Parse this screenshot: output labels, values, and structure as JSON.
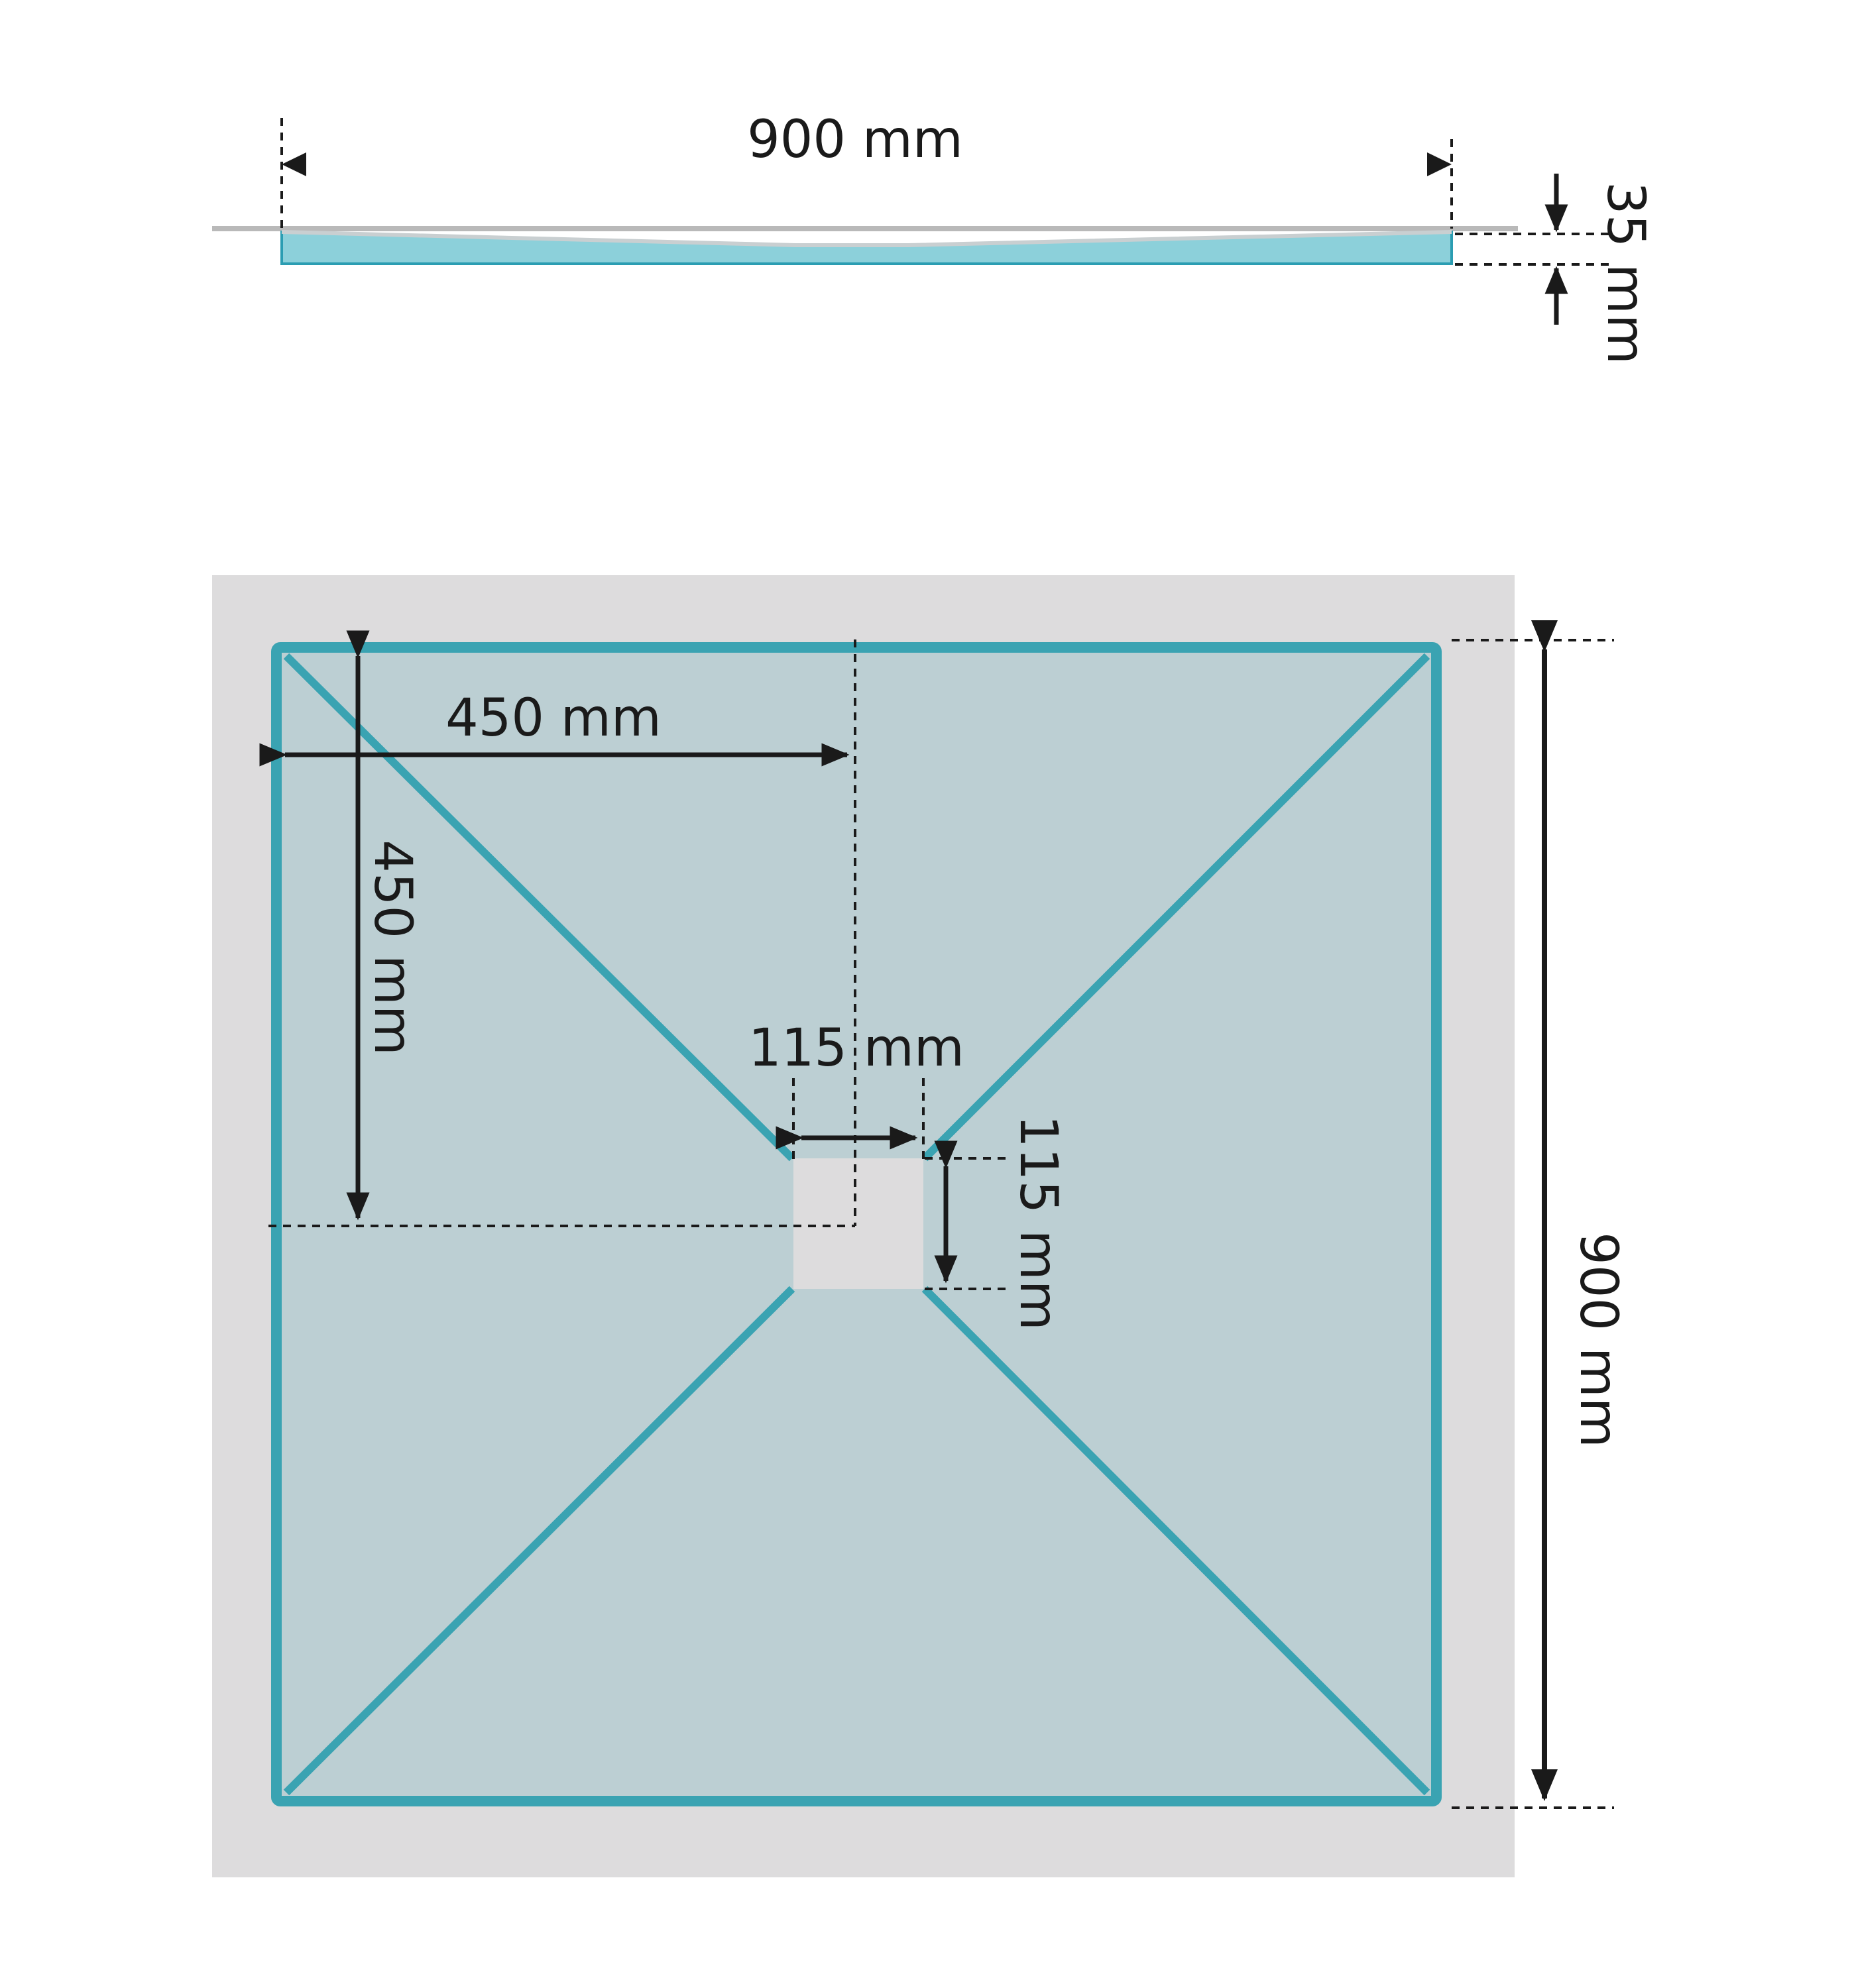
{
  "colors": {
    "tray_fill": "#bccfd3",
    "edge": "#3aa3b2",
    "surround": "#dddcdd",
    "drain": "#dddcdd",
    "profile_fill": "#8cd0da",
    "profile_line": "#2b9db2",
    "floor_line": "#b9b9b9",
    "dim": "#1a1a1a"
  },
  "side_view": {
    "width_label": "900 mm",
    "height_label": "35 mm"
  },
  "top_view": {
    "half_width_label": "450 mm",
    "half_height_label": "450 mm",
    "drain_width_label": "115 mm",
    "drain_height_label": "115 mm",
    "height_label": "900 mm"
  }
}
